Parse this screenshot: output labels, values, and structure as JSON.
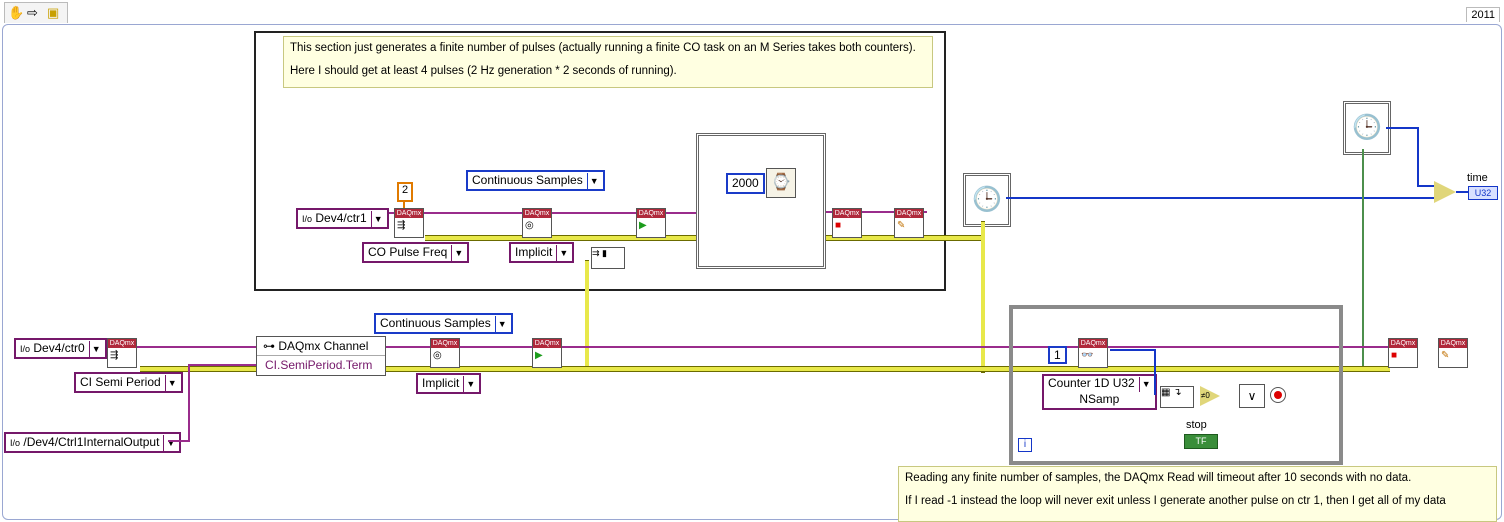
{
  "toolbar": {
    "run_icon": "hand-icon",
    "arrow_icon": "arrow-right-icon",
    "app_icon": "labview-icon",
    "version": "2011"
  },
  "top_note": {
    "line1": "This section just generates a finite number of pulses (actually running a finite CO task on an M Series takes both counters).",
    "line2": "Here I should get at least 4 pulses (2 Hz generation * 2 seconds of running)."
  },
  "bottom_note": {
    "line1": "Reading any finite number of samples, the DAQmx Read will timeout after 10 seconds with no data.",
    "line2": "If I read -1 instead the loop will never exit unless I generate another pulse on ctr 1, then I get all of my data"
  },
  "controls": {
    "counter_output": "Dev4/ctr1",
    "counter_input": "Dev4/ctr0",
    "terminal": "/Dev4/Ctrl1InternalOutput",
    "co_pulse": "CO Pulse Freq",
    "ci_semi": "CI Semi Period",
    "timing_mode_top": "Continuous Samples",
    "timing_mode_bottom": "Continuous Samples",
    "sample_mode_top": "Implicit",
    "sample_mode_bottom": "Implicit",
    "read_type": "Counter 1D U32",
    "read_type_2": "NSamp",
    "pulse_count": "2",
    "wait_ms": "2000",
    "num_samples": "1",
    "loop_iter": "i"
  },
  "property_node": {
    "title": "DAQmx Channel",
    "property": "CI.SemiPeriod.Term"
  },
  "indicators": {
    "time_label": "time",
    "time_type": "U32",
    "stop_label": "stop",
    "stop_type": "TF",
    "compare_label": "≠0"
  },
  "vi_header": "DAQmx",
  "colors": {
    "wire_refnum": "#9a2c8c",
    "wire_task": "#6b6b00",
    "wire_numeric": "#1436c8",
    "wire_boolean": "#4c8f4c",
    "note_bg": "#ffffe1",
    "vi_header": "#b0293b"
  }
}
